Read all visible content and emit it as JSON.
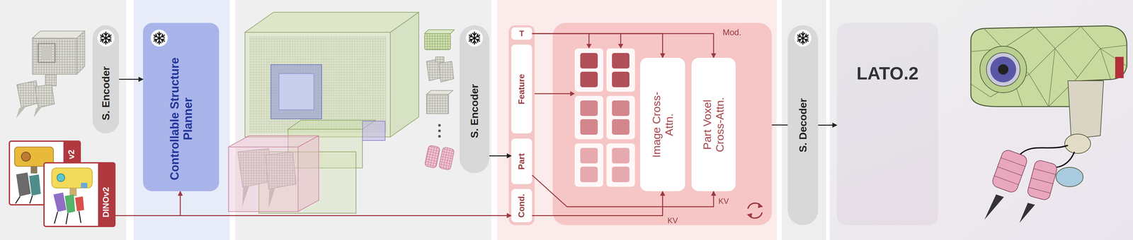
{
  "diagram": {
    "nodes": [
      {
        "text": [
          "S. Encoder"
        ]
      },
      {
        "text": [
          "Controllable Structure Planner"
        ]
      },
      {
        "text": [
          "v2"
        ]
      },
      {
        "text": [
          "DINOv2"
        ]
      },
      {
        "text": [
          "S. Encoder"
        ]
      },
      {
        "text": [
          "T"
        ]
      },
      {
        "text": [
          "Feature"
        ]
      },
      {
        "text": [
          "Part"
        ]
      },
      {
        "text": [
          "Cond."
        ]
      },
      {
        "text": [
          "Image Cross-Attn."
        ]
      },
      {
        "text": [
          "Part Voxel Cross-Attn."
        ]
      },
      {
        "text": [
          "S. Decoder"
        ]
      },
      {
        "text": [
          "LATO.2"
        ]
      }
    ],
    "edges": [
      {
        "from": 0,
        "to": 1,
        "arrow": "to"
      },
      {
        "from": 3,
        "to": 1,
        "arrow": "to"
      },
      {
        "from": 3,
        "to": 8,
        "arrow": "to"
      },
      {
        "from": 4,
        "to": 7,
        "arrow": "to"
      },
      {
        "from": 5,
        "to": 9,
        "arrow": "to"
      },
      {
        "from": 5,
        "to": 10,
        "arrow": "to"
      },
      {
        "from": 8,
        "to": 9,
        "label": "KV",
        "arrow": "to"
      },
      {
        "from": 7,
        "to": 10,
        "label": "KV",
        "arrow": "to"
      },
      {
        "from": 11,
        "to": 12,
        "arrow": "to"
      }
    ],
    "labels": [
      "Mod."
    ]
  }
}
